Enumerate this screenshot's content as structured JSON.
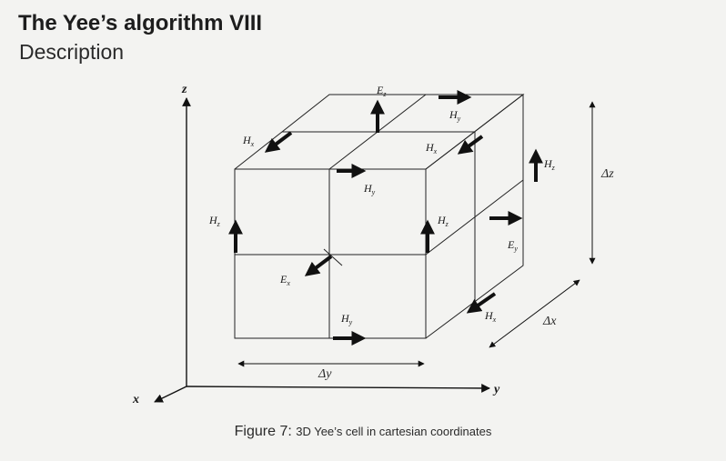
{
  "header": {
    "title": "The Yee’s algorithm VIII",
    "subtitle": "Description"
  },
  "figure": {
    "axes": {
      "z": "z",
      "y": "y",
      "x": "x"
    },
    "dimensions": {
      "dz": "Δz",
      "dy": "Δy",
      "dx": "Δx"
    },
    "field_labels": {
      "ez_top": {
        "main": "E",
        "sub": "z"
      },
      "hy_top": {
        "main": "H",
        "sub": "y"
      },
      "hx_top_left": {
        "main": "H",
        "sub": "x"
      },
      "hx_top_right": {
        "main": "H",
        "sub": "x"
      },
      "hz_right_top": {
        "main": "H",
        "sub": "z"
      },
      "hy_front": {
        "main": "H",
        "sub": "y"
      },
      "hz_front_left": {
        "main": "H",
        "sub": "z"
      },
      "hz_front_right": {
        "main": "H",
        "sub": "z"
      },
      "ey_right": {
        "main": "E",
        "sub": "y"
      },
      "ex_center": {
        "main": "E",
        "sub": "x"
      },
      "hy_bottom": {
        "main": "H",
        "sub": "y"
      },
      "hx_bottom_right": {
        "main": "H",
        "sub": "x"
      }
    },
    "caption": {
      "head": "Figure 7: ",
      "text": "3D Yee’s cell in cartesian coordinates"
    }
  }
}
